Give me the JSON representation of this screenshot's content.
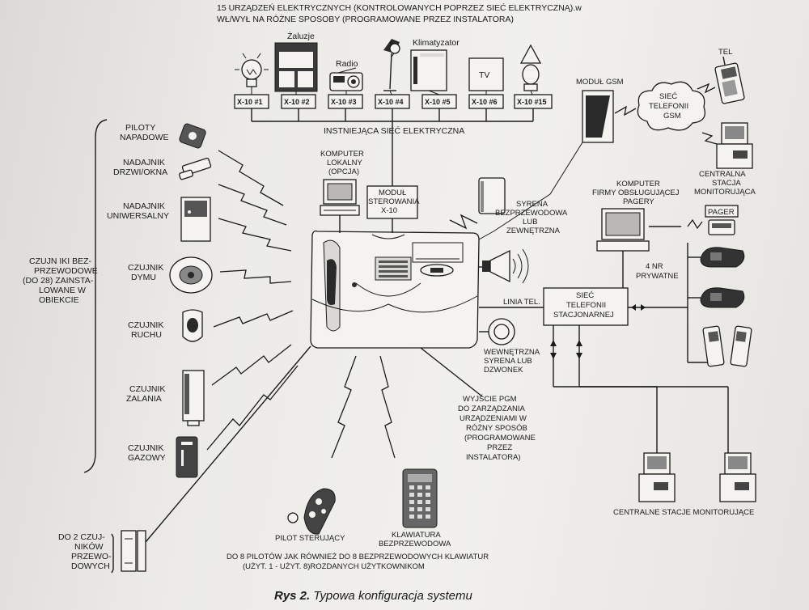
{
  "diagram": {
    "header": {
      "line1": "15 URZĄDZEŃ ELEKTRYCZNYCH (KONTROLOWANYCH POPRZEZ SIEĆ ELEKTRYCZNĄ).w",
      "line2": "WŁ/WYŁ NA RÓŻNE SPOSOBY (PROGRAMOWANE PRZEZ INSTALATORA)"
    },
    "appliances": {
      "zaluzje": "Żaluzje",
      "radio": "Radio",
      "klimatyzator": "Klimatyzator",
      "tv": "TV"
    },
    "x10_modules": [
      "X-10 #1",
      "X-10 #2",
      "X-10 #3",
      "X-10 #4",
      "X-10 #5",
      "X-10 #6",
      "X-10 #15"
    ],
    "power_network": "INSTNIEJĄCA SIEĆ ELEKTRYCZNA",
    "left_devices": {
      "remotes": [
        "PILOTY",
        "NAPADOWE"
      ],
      "door_window": [
        "NADAJNIK",
        "DRZWI/OKNA"
      ],
      "universal": [
        "NADAJNIK",
        "UNIWERSALNY"
      ],
      "smoke": [
        "CZUJNIK",
        "DYMU"
      ],
      "motion": [
        "CZUJNIK",
        "RUCHU"
      ],
      "flood": [
        "CZUJNIK",
        "ZALANIA"
      ],
      "gas": [
        "CZUJNIK",
        "GAZOWY"
      ]
    },
    "sensors_group": [
      "CZUJN IKI BEZ-",
      "PRZEWODOWE",
      "(DO 28) ZAINSTA-",
      "LOWANE W",
      "OBIEKCIE"
    ],
    "wired_sensors": [
      "DO 2 CZUJ-",
      "NIKÓW",
      "PRZEWO-",
      "DOWYCH"
    ],
    "computer_local": [
      "KOMPUTER",
      "LOKALNY",
      "(OPCJA)"
    ],
    "x10_module_unit": [
      "MODUŁ",
      "STEROWANIA",
      "X-10"
    ],
    "siren_wireless": [
      "SYRENA",
      "BEZPRZEWODOWA",
      "LUB",
      "ZEWNĘTRZNA"
    ],
    "gsm_module": "MODUŁ GSM",
    "gsm_network": [
      "SIEĆ",
      "TELEFONII",
      "GSM"
    ],
    "tel": "TEL",
    "central_station": [
      "CENTRALNA",
      "STACJA",
      "MONITORUJĄCA"
    ],
    "company_computer": [
      "KOMPUTER",
      "FIRMY OBSŁUGUJĄCEJ",
      "PAGERY"
    ],
    "pager": "PAGER",
    "private_numbers": [
      "4 NR",
      "PRYWATNE"
    ],
    "phone_line": "LINIA TEL.",
    "landline_network": [
      "SIEĆ",
      "TELEFONII",
      "STACJONARNEJ"
    ],
    "internal_siren": [
      "WEWNĘTRZNA",
      "SYRENA LUB",
      "DZWONEK"
    ],
    "pgm_output": [
      "WYJŚCIE PGM",
      "DO ZARZĄDZANIA",
      "URZĄDZENIAMI W",
      "RÓŻNY SPOSÓB",
      "(PROGRAMOWANE",
      "PRZEZ",
      "INSTALATORA)"
    ],
    "remote_control": "PILOT STERUJĄCY",
    "keypad": [
      "KLAWIATURA",
      "BEZPRZEWODOWA"
    ],
    "central_stations": "CENTRALNE STACJE MONITORUJĄCE",
    "footer": [
      "DO 8 PILOTÓW JAK RÓWNIEŻ DO 8 BEZPRZEWODOWYCH KLAWIATUR",
      "(UŻYT. 1 - UŻYT. 8)ROZDANYCH UŻYTKOWNIKOM"
    ],
    "caption": {
      "label": "Rys 2.",
      "text": " Typowa konfiguracja systemu"
    }
  },
  "colors": {
    "ink": "#1a1a1a",
    "paper": "#ecebe8"
  }
}
